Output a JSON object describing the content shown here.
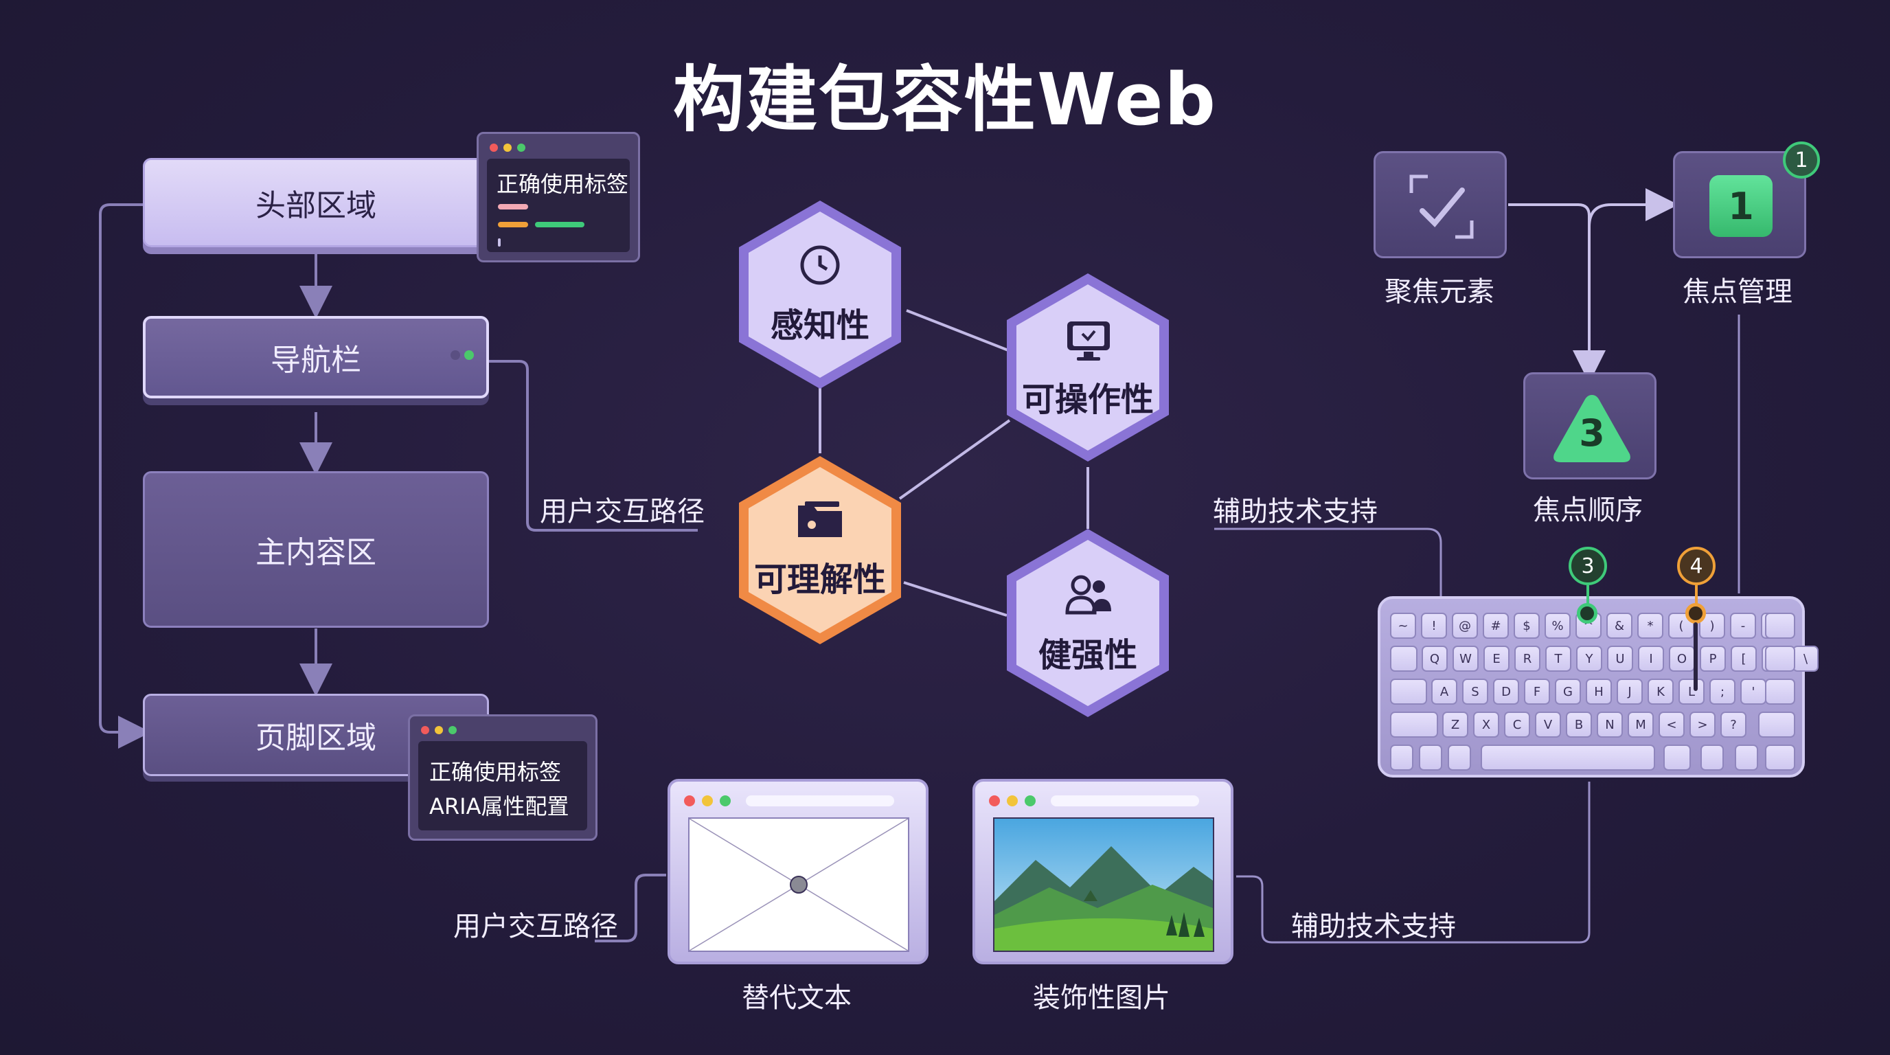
{
  "title": "构建包容性Web",
  "layout": {
    "header": "头部区域",
    "nav": "导航栏",
    "main": "主内容区",
    "footer": "页脚区域"
  },
  "code_windows": {
    "header_card": "正确使用标签",
    "footer_card_line1": "正确使用标签",
    "footer_card_line2": "ARIA属性配置"
  },
  "principles": {
    "perceivable": "感知性",
    "operable": "可操作性",
    "understandable": "可理解性",
    "robust": "健强性"
  },
  "labels": {
    "user_path_top": "用户交互路径",
    "assistive_top": "辅助技术支持",
    "user_path_bottom": "用户交互路径",
    "assistive_bottom": "辅助技术支持"
  },
  "focus": {
    "focus_element": "聚焦元素",
    "focus_management": "焦点管理",
    "focus_order": "焦点顺序",
    "management_value": "1",
    "order_value": "3",
    "badge_top": "1",
    "badge_kb_green": "3",
    "badge_kb_orange": "4"
  },
  "images": {
    "alt_text": "替代文本",
    "decorative": "装饰性图片"
  },
  "keyboard": {
    "row1": [
      "~",
      "!",
      "@",
      "#",
      "$",
      "%",
      "^",
      "&",
      "*",
      "(",
      ")",
      "-",
      "+"
    ],
    "row2": [
      "Q",
      "W",
      "E",
      "R",
      "T",
      "Y",
      "U",
      "I",
      "O",
      "P",
      "[",
      "]",
      "\\"
    ],
    "row3": [
      "A",
      "S",
      "D",
      "F",
      "G",
      "H",
      "J",
      "K",
      "L",
      ";",
      "'"
    ],
    "row4": [
      "Z",
      "X",
      "C",
      "V",
      "B",
      "N",
      "M",
      "<",
      ">",
      "?"
    ]
  },
  "icons": {
    "perceivable": "clock-icon",
    "operable": "monitor-check-icon",
    "understandable": "folder-icon",
    "robust": "users-icon",
    "focus_element": "checkmark-icon",
    "alt_text": "image-placeholder-icon",
    "decorative": "landscape-image-icon",
    "keyboard": "keyboard-icon"
  },
  "colors": {
    "background": "#241c3c",
    "hex_purple": "#d7cdf7",
    "hex_orange": "#f39a57",
    "focus_green": "#3fca7a",
    "focus_orange": "#f0a038",
    "window_red": "#f25b5b",
    "window_yellow": "#f2c43a",
    "window_green": "#4bc96b"
  }
}
